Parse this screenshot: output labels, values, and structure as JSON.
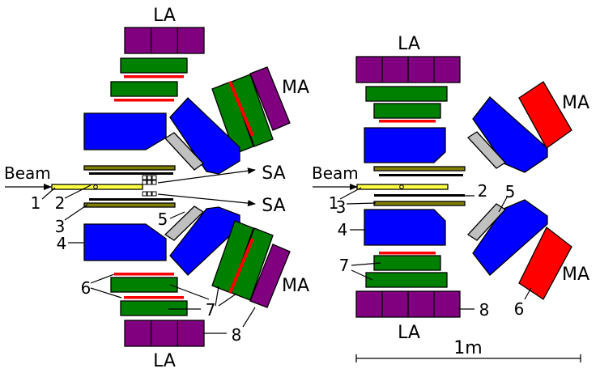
{
  "colors": {
    "purple": "#800080",
    "green": "#008000",
    "blue": "#0000ff",
    "red": "#ff0000",
    "gray": "#c0c0c0",
    "olive": "#808000",
    "yellow": "#ffff44",
    "black": "#000000"
  },
  "left": {
    "la_top": "LA",
    "la_bottom": "LA",
    "ma_top": "MA",
    "ma_bottom": "MA",
    "sa_top": "SA",
    "sa_bottom": "SA",
    "beam": "Beam",
    "n1": "1",
    "n2": "2",
    "n3": "3",
    "n4": "4",
    "n5": "5",
    "n6": "6",
    "n7": "7",
    "n8": "8"
  },
  "right": {
    "la_top": "LA",
    "la_bottom": "LA",
    "ma_top": "MA",
    "ma_bottom": "MA",
    "beam": "Beam",
    "n1": "1",
    "n2": "2",
    "n3": "3",
    "n4": "4",
    "n5": "5",
    "n6": "6",
    "n7": "7",
    "n8": "8"
  },
  "scale_label": "1m"
}
